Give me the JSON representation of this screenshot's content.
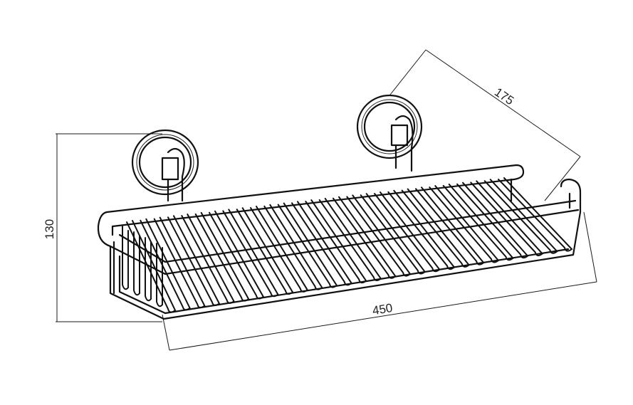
{
  "dimensions": {
    "height": "130",
    "depth": "175",
    "width": "450"
  },
  "product": {
    "type": "wire basket shelf with suction cups",
    "suction_cup_count": 2
  }
}
